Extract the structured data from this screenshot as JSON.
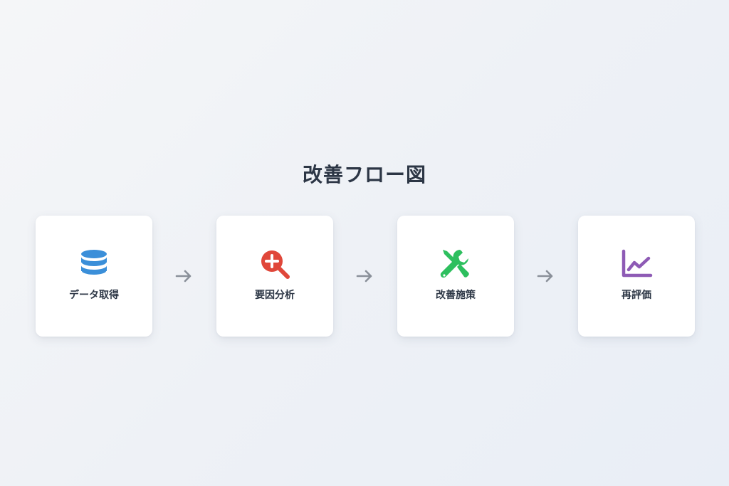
{
  "title": "改善フロー図",
  "steps": [
    {
      "label": "データ取得",
      "icon": "database-icon",
      "color": "#3b8fd9"
    },
    {
      "label": "要因分析",
      "icon": "magnify-plus-icon",
      "color": "#e0473a"
    },
    {
      "label": "改善施策",
      "icon": "tools-icon",
      "color": "#2dbf5e"
    },
    {
      "label": "再評価",
      "icon": "line-chart-icon",
      "color": "#8e5bb5"
    }
  ],
  "arrow_color": "#8a9099"
}
